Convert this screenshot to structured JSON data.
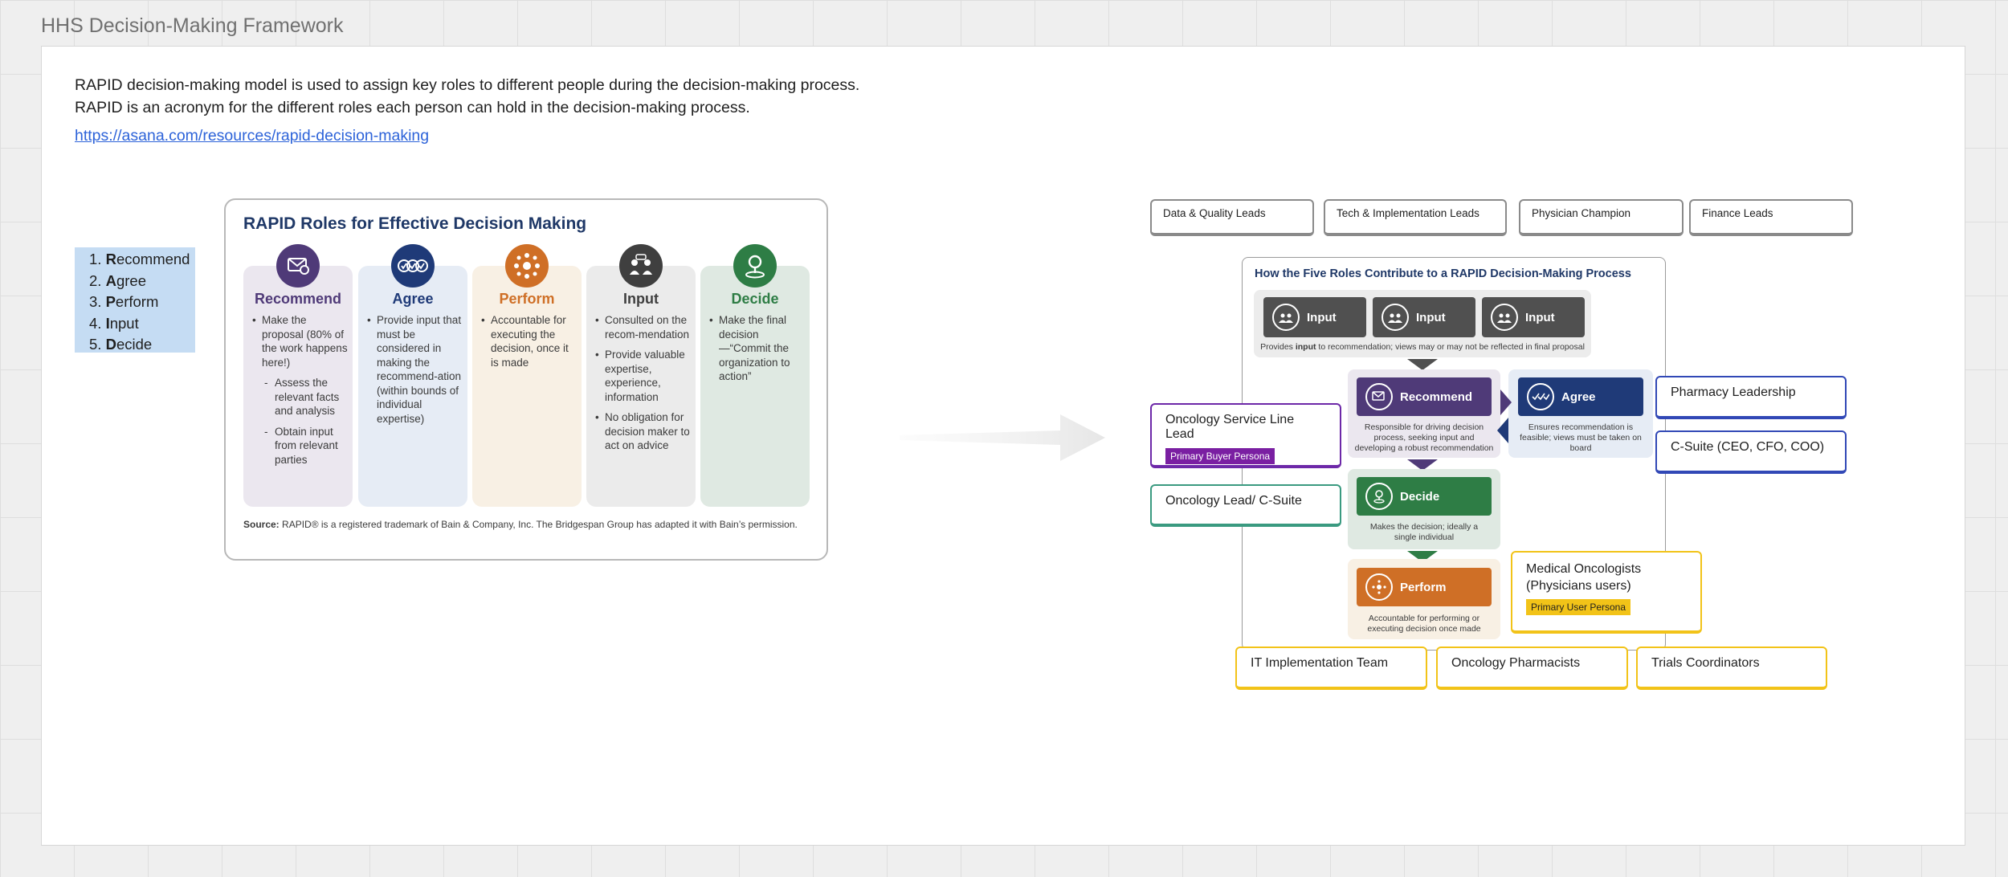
{
  "frame_title": "HHS Decision-Making Framework",
  "intro": "RAPID decision-making model is used to assign key roles to different people during the decision-making process. RAPID is an acronym for the different roles each person can hold in the decision-making process.",
  "link": "https://asana.com/resources/rapid-decision-making",
  "acronym": [
    {
      "num": "1.",
      "letter": "R",
      "rest": "ecommend"
    },
    {
      "num": "2.",
      "letter": "A",
      "rest": "gree"
    },
    {
      "num": "3.",
      "letter": "P",
      "rest": "erform"
    },
    {
      "num": "4.",
      "letter": "I",
      "rest": "nput"
    },
    {
      "num": "5.",
      "letter": "D",
      "rest": "ecide"
    }
  ],
  "rapid_card": {
    "title": "RAPID Roles for Effective Decision Making",
    "roles": [
      {
        "name": "Recommend",
        "color": "#4f3a78",
        "bg": "#ebe7ef",
        "bullets": [
          "Make the proposal (80% of the work happens here!)"
        ],
        "subs": [
          "Assess the relevant facts and analysis",
          "Obtain input from relevant parties"
        ]
      },
      {
        "name": "Agree",
        "color": "#1f3a78",
        "bg": "#e6ecf5",
        "bullets": [
          "Provide input that must be considered in making the recommend-ation (within bounds of individual expertise)"
        ]
      },
      {
        "name": "Perform",
        "color": "#cf6f26",
        "bg": "#f8f0e4",
        "bullets": [
          "Accountable for executing the decision, once it is made"
        ]
      },
      {
        "name": "Input",
        "color": "#3f3f3f",
        "bg": "#ebebeb",
        "bullets": [
          "Consulted on the recom-mendation",
          "Provide valuable expertise, experience, information",
          "No obligation for decision maker to act on advice"
        ]
      },
      {
        "name": "Decide",
        "color": "#2e7d45",
        "bg": "#dfe9e2",
        "bullets": [
          "Make the final decision—“Commit the organization to action”"
        ]
      }
    ],
    "source_label": "Source:",
    "source_text": " RAPID® is a registered trademark of Bain & Company, Inc. The Bridgespan Group has adapted it with Bain’s permission."
  },
  "top_leads": [
    "Data & Quality Leads",
    "Tech & Implementation Leads",
    "Physician Champion",
    "Finance Leads"
  ],
  "stakeholders": {
    "oncology_service": "Oncology Service Line Lead",
    "primary_buyer": "Primary Buyer Persona",
    "oncology_lead": "Oncology Lead/ C-Suite",
    "pharmacy": "Pharmacy Leadership",
    "csuite": "C-Suite (CEO, CFO, COO)",
    "med_onc": "Medical Oncologists (Physicians users)",
    "primary_user": "Primary User Persona",
    "it_team": "IT Implementation Team",
    "onc_pharm": "Oncology Pharmacists",
    "trials": "Trials Coordinators"
  },
  "process": {
    "title": "How the Five Roles Contribute to a RAPID Decision-Making Process",
    "input_label": "Input",
    "input_desc_a": "Provides ",
    "input_desc_b": "input",
    "input_desc_c": " to recommendation; views may or may not be reflected in final proposal",
    "recommend_label": "Recommend",
    "recommend_desc": "Responsible for driving decision process, seeking input and developing a robust recommendation",
    "agree_label": "Agree",
    "agree_desc": "Ensures recommendation is feasible; views must be taken on board",
    "decide_label": "Decide",
    "decide_desc": "Makes the decision; ideally a single individual",
    "perform_label": "Perform",
    "perform_desc": "Accountable for performing or executing decision once made"
  },
  "colors": {
    "purple": "#4f3a78",
    "navy": "#1f3a78",
    "orange": "#cf6f26",
    "gray": "#505050",
    "green": "#2e7d45",
    "persona_buyer": "#7a1fa2",
    "persona_user": "#f2c318"
  }
}
